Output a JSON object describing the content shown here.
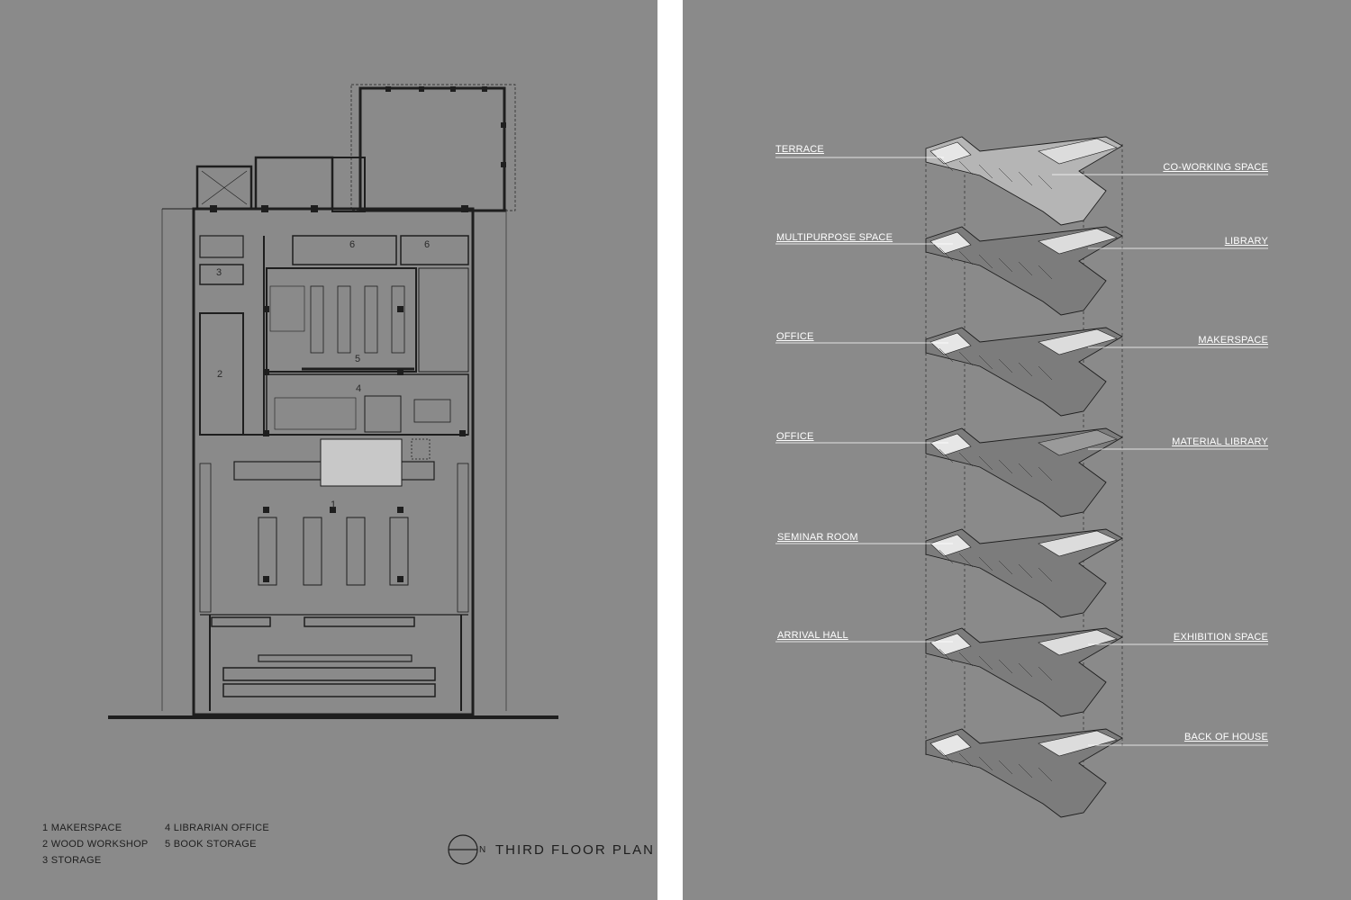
{
  "colors": {
    "background": "#8a8a8a",
    "divider": "#ffffff",
    "lines": "#1e1e1e",
    "label_text": "#ffffff"
  },
  "left_panel": {
    "title": "THIRD FLOOR PLAN",
    "north_letter": "N",
    "legend": [
      "1 MAKERSPACE",
      "2 WOOD WORKSHOP",
      "3 STORAGE",
      "4 LIBRARIAN OFFICE",
      "5 BOOK STORAGE"
    ],
    "room_numbers": [
      "1",
      "2",
      "3",
      "4",
      "5",
      "6",
      "6"
    ]
  },
  "right_panel": {
    "left_labels": [
      "TERRACE",
      "MULTIPURPOSE SPACE",
      "OFFICE",
      "OFFICE",
      "SEMINAR ROOM",
      "ARRIVAL HALL"
    ],
    "right_labels": [
      "CO-WORKING SPACE",
      "LIBRARY",
      "MAKERSPACE",
      "MATERIAL LIBRARY",
      "EXHIBITION SPACE",
      "BACK OF HOUSE"
    ]
  }
}
